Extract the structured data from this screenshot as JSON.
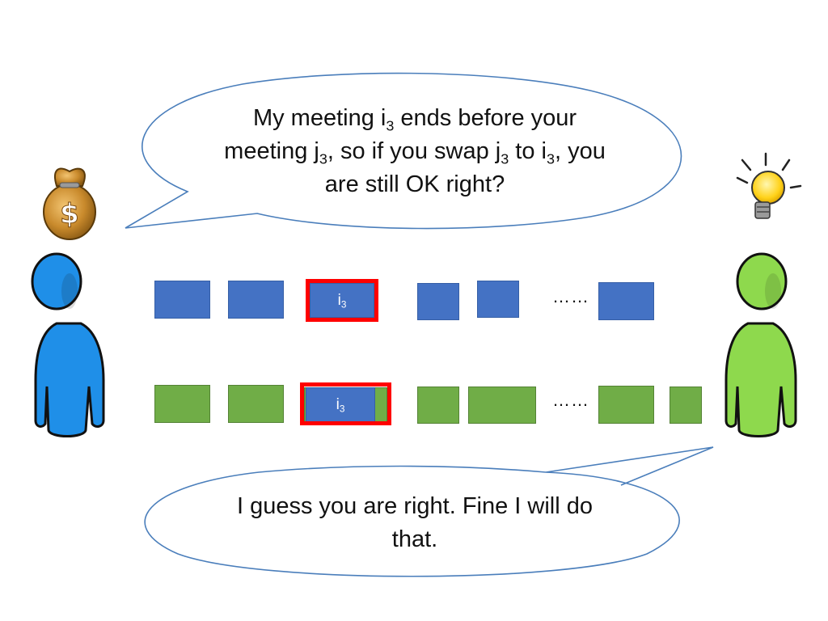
{
  "top_bubble": {
    "pre": "My meeting i",
    "sub1": "3",
    "mid1": " ends before your meeting j",
    "sub2": "3",
    "mid2": ", so if you swap j",
    "sub3": "3",
    "mid3": " to i",
    "sub4": "3",
    "post": ", you are still OK right?"
  },
  "bottom_bubble": {
    "text": "I guess you are right. Fine I will do that."
  },
  "top_row": {
    "highlight_label": "i",
    "highlight_sub": "3",
    "ellipsis": "……"
  },
  "bottom_row": {
    "highlight_label": "i",
    "highlight_sub": "3",
    "ellipsis": "……"
  },
  "icons": {
    "left": "money-bag-icon",
    "right": "lightbulb-icon"
  },
  "colors": {
    "blue": "#4472c4",
    "green": "#70ad47",
    "highlight": "#ff0000",
    "bubble_outline": "#4a7ebb",
    "person_blue": "#1f8fe8",
    "person_green": "#8ed94d"
  }
}
